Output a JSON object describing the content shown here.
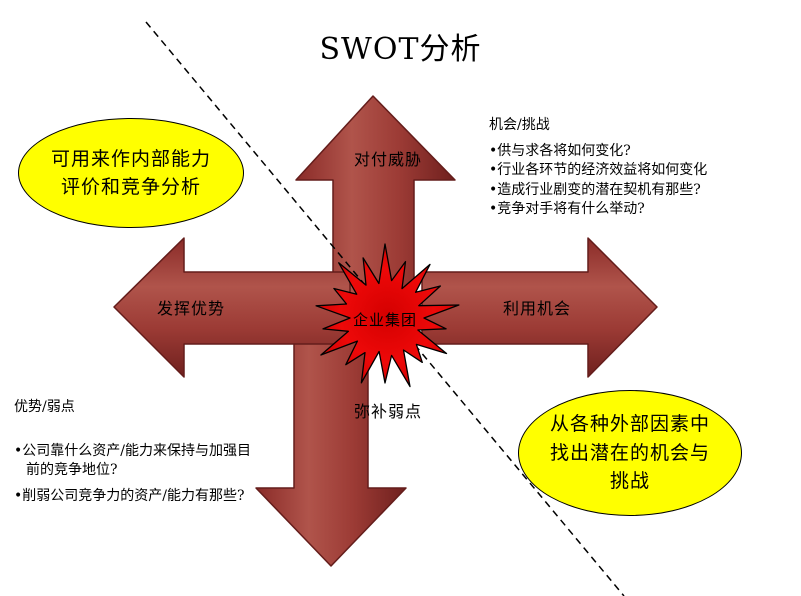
{
  "title": "SWOT分析",
  "callouts": {
    "internal": {
      "lines": [
        "可用来作内部能力",
        "评价和竞争分析"
      ]
    },
    "external": {
      "lines": [
        "从各种外部因素中",
        "找出潜在的机会与",
        "挑战"
      ]
    }
  },
  "arrows": {
    "up": "对付威胁",
    "left": "发挥优势",
    "right": "利用机会",
    "down": "弥补弱点"
  },
  "center": {
    "label": "企业集团"
  },
  "notes": {
    "opportunities": {
      "heading": "机会/挑战",
      "bullets": [
        "供与求各将如何变化?",
        "行业各环节的经济效益将如何变化",
        "造成行业剧变的潜在契机有那些?",
        "竞争对手将有什么举动?"
      ]
    },
    "strengths": {
      "heading": "优势/弱点",
      "bullets": [
        "公司靠什么资产/能力来保持与加强目前的竞争地位?",
        "削弱公司竞争力的资产/能力有那些?"
      ]
    }
  },
  "colors": {
    "callout_fill": "#ffff00",
    "arrow_fill": "#9a3733",
    "burst_fill": "#ee0000",
    "line": "#000000"
  }
}
